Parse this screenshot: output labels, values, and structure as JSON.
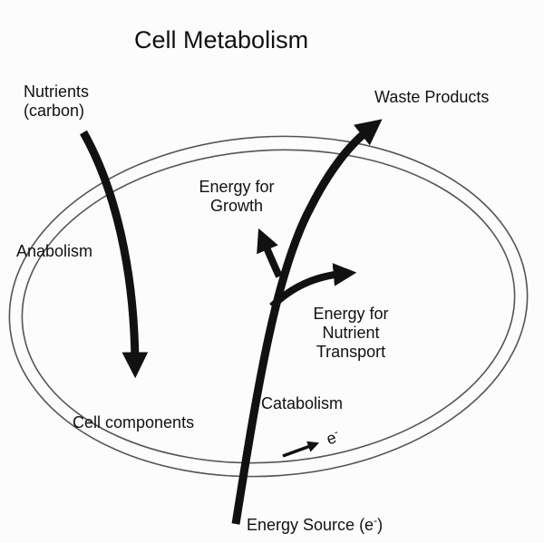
{
  "title": "Cell Metabolism",
  "labels": {
    "nutrients_line1": "Nutrients",
    "nutrients_line2": "(carbon)",
    "waste_products": "Waste Products",
    "energy_growth_line1": "Energy for",
    "energy_growth_line2": "Growth",
    "anabolism": "Anabolism",
    "energy_transport_line1": "Energy for",
    "energy_transport_line2": "Nutrient",
    "energy_transport_line3": "Transport",
    "catabolism": "Catabolism",
    "cell_components": "Cell components",
    "electron": "e",
    "electron_superscript": "-",
    "energy_source": "Energy Source (e",
    "energy_source_superscript": "-",
    "energy_source_close": ")"
  },
  "colors": {
    "ink": "#111111",
    "membrane": "#555555",
    "background": "#fcfcfc"
  }
}
